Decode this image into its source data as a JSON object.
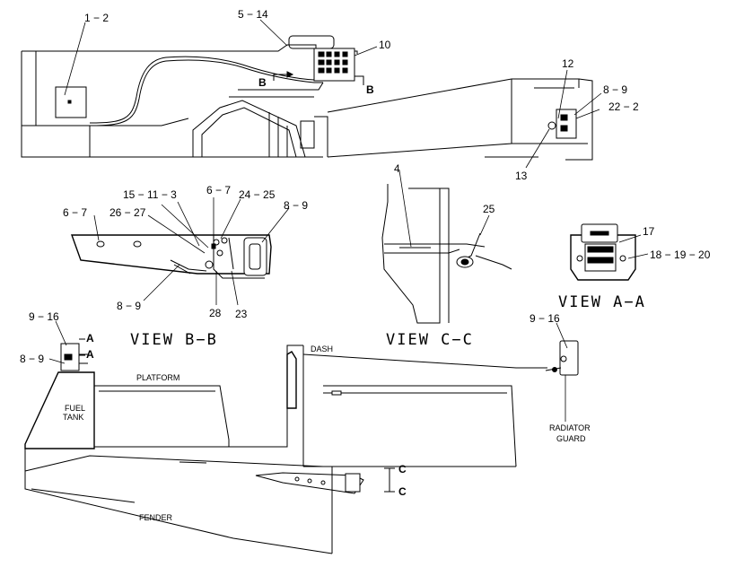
{
  "callouts": {
    "c_1_2": "1 − 2",
    "c_5_14": "5 − 14",
    "c_10": "10",
    "c_12": "12",
    "c_8_9_top": "8 − 9",
    "c_22_2": "22 − 2",
    "c_13": "13",
    "c_b_upper": "B",
    "c_b_lower": "B",
    "c_15_11_3": "15 − 11 − 3",
    "c_6_7_mid": "6 − 7",
    "c_24_25": "24 − 25",
    "c_6_7_left": "6 − 7",
    "c_26_27": "26 − 27",
    "c_8_9_right": "8 − 9",
    "c_8_9_low": "8 − 9",
    "c_28": "28",
    "c_23": "23",
    "c_4": "4",
    "c_25": "25",
    "c_17": "17",
    "c_18_19_20": "18 − 19 − 20",
    "c_9_16_left": "9 − 16",
    "c_8_9_left": "8 − 9",
    "c_a_upper": "A",
    "c_a_lower": "A",
    "c_9_16_right": "9 − 16",
    "c_c_upper": "C",
    "c_c_lower": "C"
  },
  "views": {
    "view_aa": "VIEW  A−A",
    "view_bb": "VIEW  B−B",
    "view_cc": "VIEW  C−C"
  },
  "parts": {
    "dash": "DASH",
    "platform": "PLATFORM",
    "fuel_tank_line1": "FUEL",
    "fuel_tank_line2": "TANK",
    "radiator_guard_line1": "RADIATOR",
    "radiator_guard_line2": "GUARD",
    "fender": "FENDER"
  }
}
